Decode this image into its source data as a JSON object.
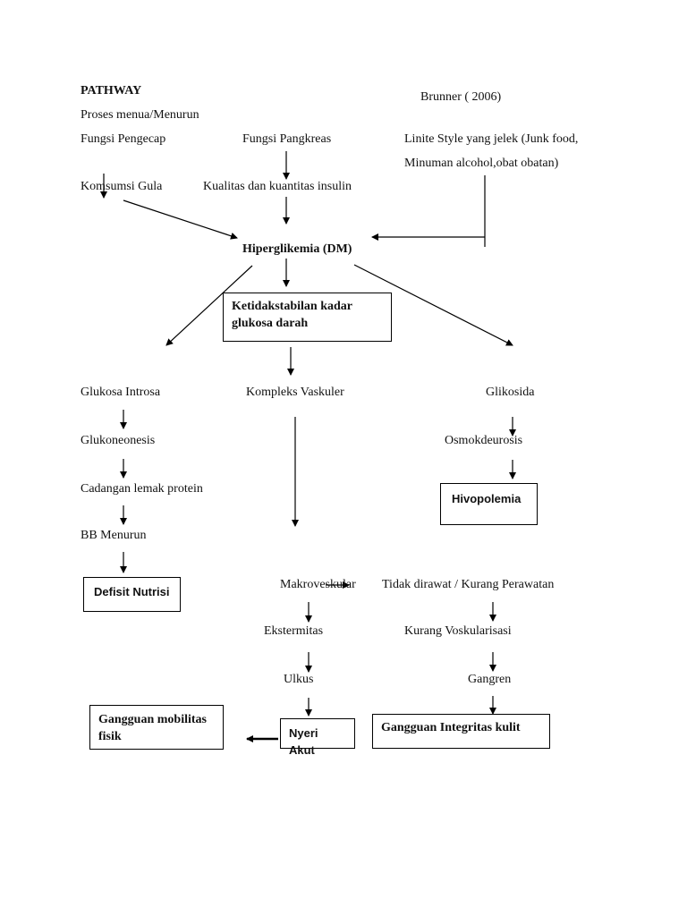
{
  "title": "PATHWAY",
  "reference": "Brunner  ( 2006)",
  "top_causes": {
    "aging": "Proses menua/Menurun",
    "taste": "Fungsi Pengecap",
    "pancreas": "Fungsi Pangkreas",
    "lifestyle_line1": "Linite   Style yang jelek (Junk food,",
    "lifestyle_line2": "Minuman alcohol,obat obatan)",
    "sugar": "Komsumsi Gula",
    "insulin": "Kualitas dan kuantitas insulin"
  },
  "hyperglycemia": "Hiperglikemia (DM)",
  "diagnoses": {
    "glucose_instability": "Ketidakstabilan kadar glukosa darah",
    "nutrition": "Defisit Nutrisi",
    "hypovolemia": "Hivopolemia",
    "mobility": "Gangguan mobilitas fisik",
    "pain": "Nyeri Akut",
    "skin": "Gangguan Integritas kulit"
  },
  "left_branch": {
    "n1": "Glukosa Introsa",
    "n2": "Glukoneonesis",
    "n3": "Cadangan lemak protein",
    "n4": "BB Menurun"
  },
  "middle_branch": {
    "n1": "Kompleks Vaskuler",
    "n2": "Makroveskular",
    "n3": "Ekstermitas",
    "n4": "Ulkus"
  },
  "right_branch": {
    "n1": "Glikosida",
    "n2": "Osmokdeurosis"
  },
  "care_branch": {
    "n1": "Tidak dirawat / Kurang Perawatan",
    "n2": "Kurang Voskularisasi",
    "n3": "Gangren"
  }
}
